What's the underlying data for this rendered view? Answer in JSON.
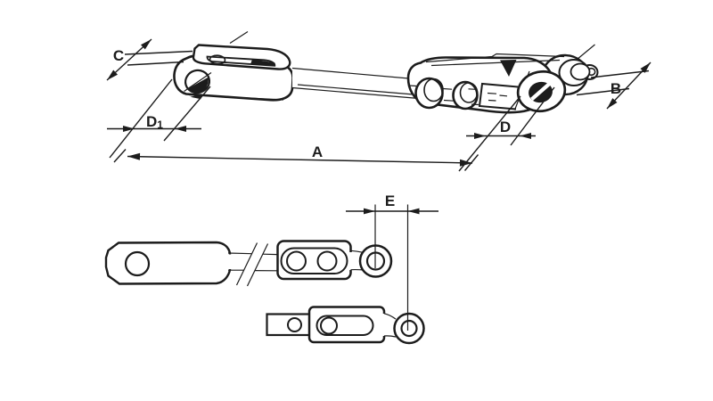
{
  "colors": {
    "background": "#ffffff",
    "ink": "#1c1c1c"
  },
  "drawing": {
    "dimension_labels": {
      "overall_length": "A",
      "ball_pin": "B",
      "fork_plate": "C",
      "eye_hole": "D",
      "fork_hole_base": "D",
      "fork_hole_subscript": "1",
      "eye_offset": "E"
    }
  }
}
